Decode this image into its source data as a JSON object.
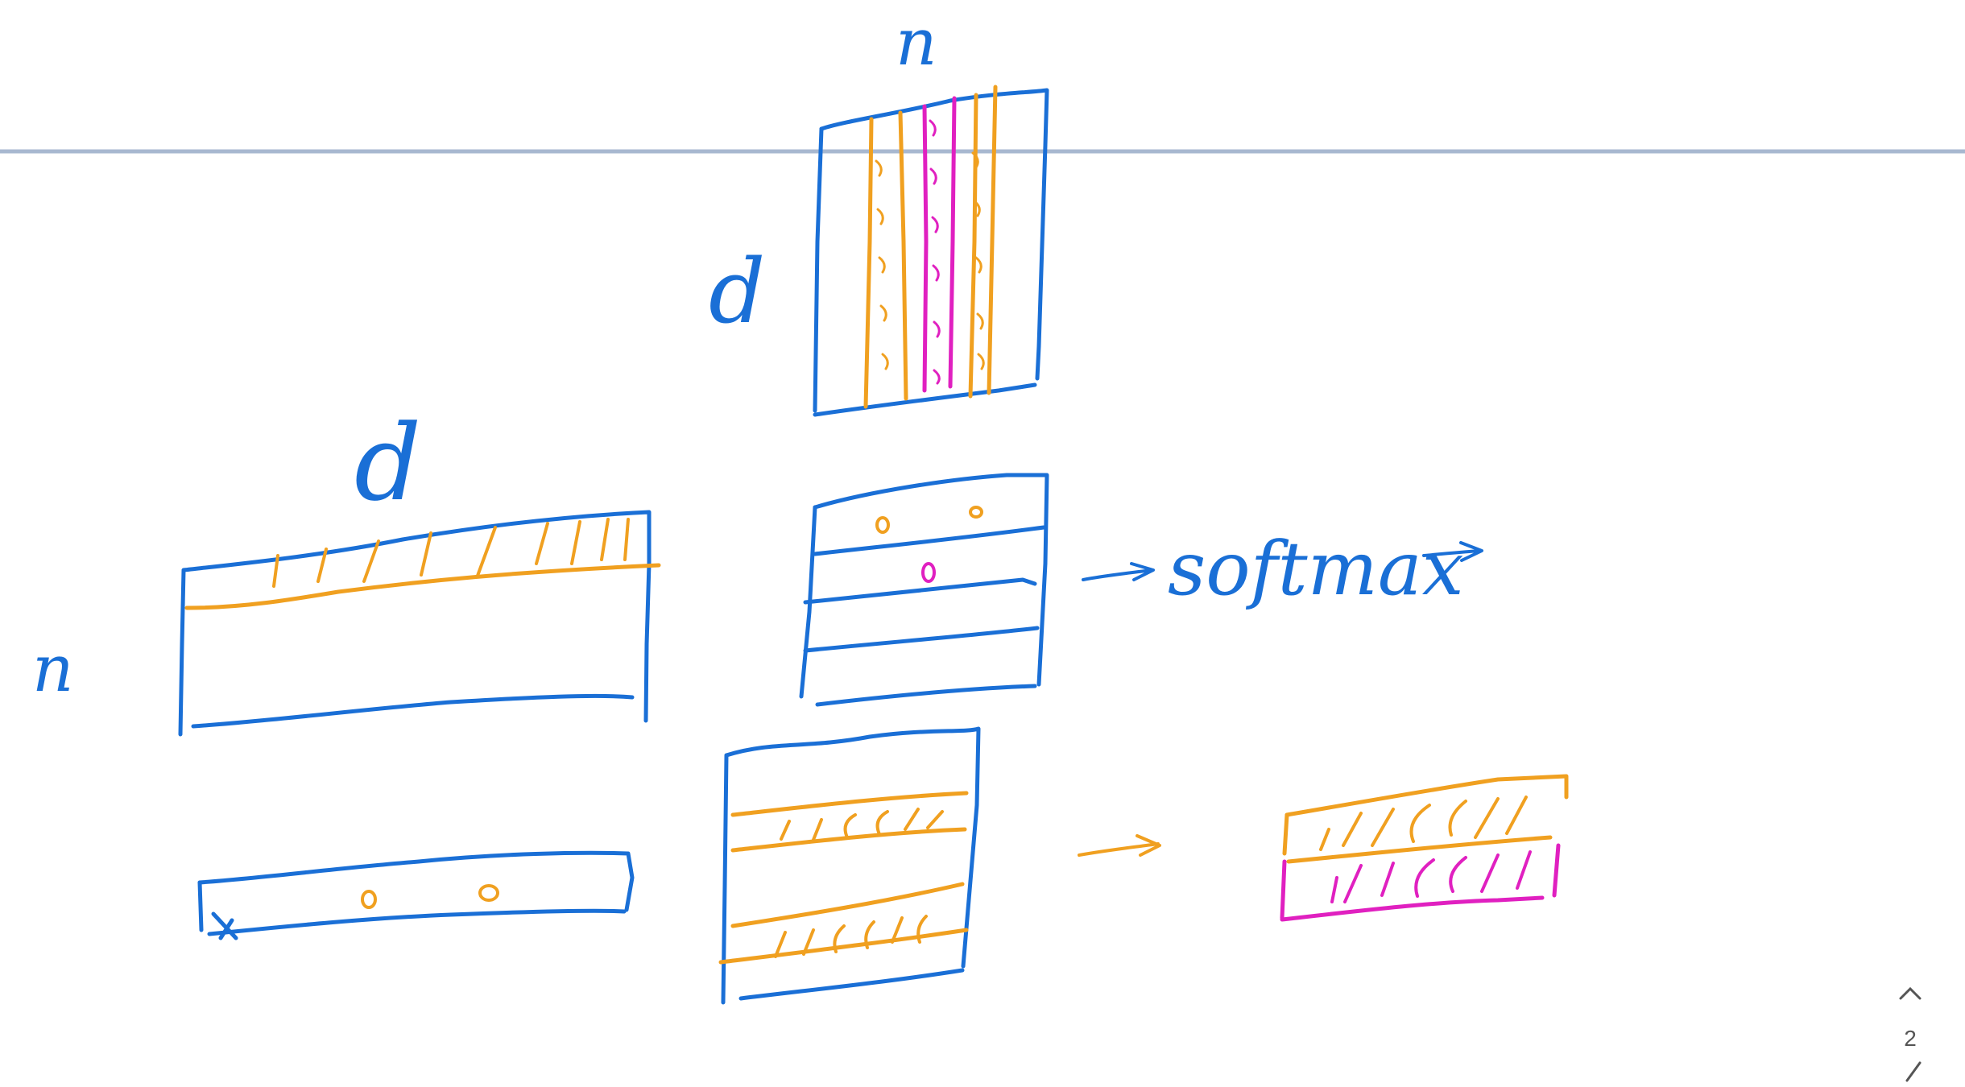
{
  "canvas": {
    "labels": {
      "top_n": "n",
      "top_d": "d",
      "left_d": "d",
      "left_n": "n",
      "softmax": "softmax"
    }
  },
  "pager": {
    "page": "2",
    "up_icon": "chevron-up-icon"
  },
  "colors": {
    "blue": "#1a6fd6",
    "orange": "#f0a020",
    "magenta": "#e020c0",
    "rule": "#a8b8d0"
  }
}
